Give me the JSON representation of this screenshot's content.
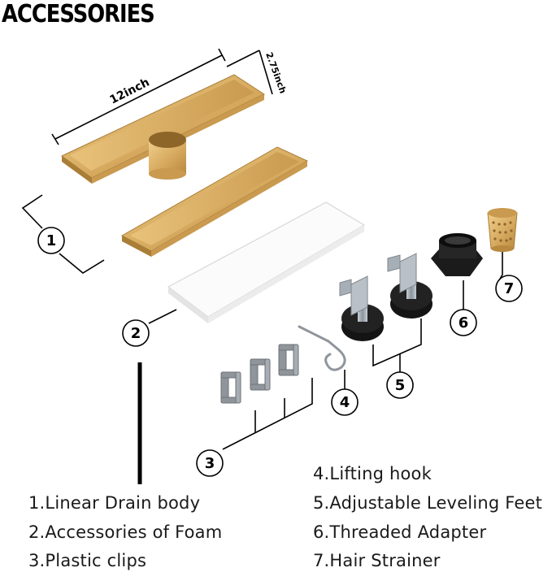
{
  "title": "ACCESSORIES",
  "dimensions": {
    "length": "12inch",
    "width": "2.75inch"
  },
  "callouts": [
    "1",
    "2",
    "3",
    "4",
    "5",
    "6",
    "7"
  ],
  "legend": [
    "1.Linear Drain body",
    "2.Accessories of Foam",
    "3.Plastic clips",
    "4.Lifting hook",
    "5.Adjustable Leveling Feet",
    "6.Threaded Adapter",
    "7.Hair Strainer"
  ],
  "colors": {
    "gold": "#d9ad63",
    "gold_dark": "#b8893e",
    "black": "#111111",
    "steel": "#9aa3ab"
  }
}
